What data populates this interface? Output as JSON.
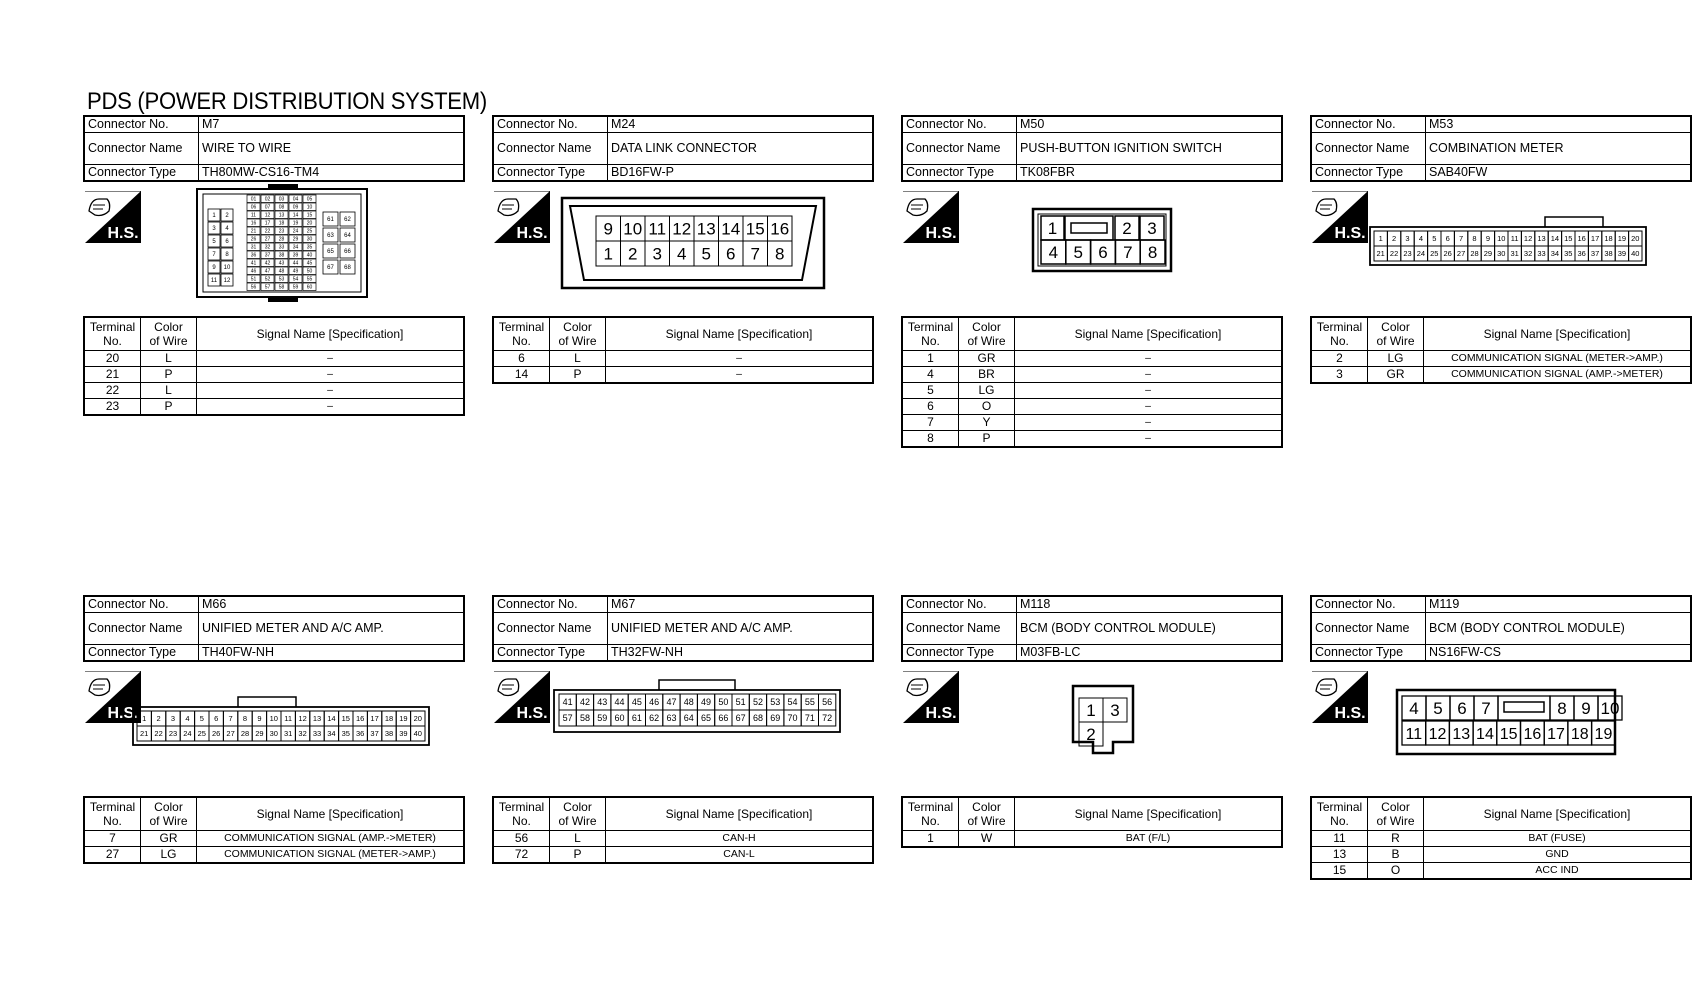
{
  "title": "PDS (POWER DISTRIBUTION SYSTEM)",
  "labels": {
    "connector_no": "Connector No.",
    "connector_name": "Connector Name",
    "connector_type": "Connector Type",
    "terminal_no": [
      "Terminal",
      "No."
    ],
    "color_of_wire": [
      "Color",
      "of Wire"
    ],
    "signal_name": "Signal Name [Specification]",
    "hs_badge": "H.S."
  },
  "connectors": [
    {
      "no": "M7",
      "name": "WIRE TO WIRE",
      "type": "TH80MW-CS16-TM4",
      "terminals": [
        {
          "no": "20",
          "color": "L",
          "signal": "–"
        },
        {
          "no": "21",
          "color": "P",
          "signal": "–"
        },
        {
          "no": "22",
          "color": "L",
          "signal": "–"
        },
        {
          "no": "23",
          "color": "P",
          "signal": "–"
        }
      ]
    },
    {
      "no": "M24",
      "name": "DATA LINK CONNECTOR",
      "type": "BD16FW-P",
      "terminals": [
        {
          "no": "6",
          "color": "L",
          "signal": "–"
        },
        {
          "no": "14",
          "color": "P",
          "signal": "–"
        }
      ]
    },
    {
      "no": "M50",
      "name": "PUSH-BUTTON IGNITION SWITCH",
      "type": "TK08FBR",
      "terminals": [
        {
          "no": "1",
          "color": "GR",
          "signal": "–"
        },
        {
          "no": "4",
          "color": "BR",
          "signal": "–"
        },
        {
          "no": "5",
          "color": "LG",
          "signal": "–"
        },
        {
          "no": "6",
          "color": "O",
          "signal": "–"
        },
        {
          "no": "7",
          "color": "Y",
          "signal": "–"
        },
        {
          "no": "8",
          "color": "P",
          "signal": "–"
        }
      ]
    },
    {
      "no": "M53",
      "name": "COMBINATION METER",
      "type": "SAB40FW",
      "terminals": [
        {
          "no": "2",
          "color": "LG",
          "signal": "COMMUNICATION SIGNAL (METER->AMP.)"
        },
        {
          "no": "3",
          "color": "GR",
          "signal": "COMMUNICATION SIGNAL (AMP.->METER)"
        }
      ]
    },
    {
      "no": "M66",
      "name": "UNIFIED METER AND A/C AMP.",
      "type": "TH40FW-NH",
      "terminals": [
        {
          "no": "7",
          "color": "GR",
          "signal": "COMMUNICATION SIGNAL (AMP.->METER)"
        },
        {
          "no": "27",
          "color": "LG",
          "signal": "COMMUNICATION SIGNAL (METER->AMP.)"
        }
      ]
    },
    {
      "no": "M67",
      "name": "UNIFIED METER AND A/C AMP.",
      "type": "TH32FW-NH",
      "terminals": [
        {
          "no": "56",
          "color": "L",
          "signal": "CAN-H"
        },
        {
          "no": "72",
          "color": "P",
          "signal": "CAN-L"
        }
      ]
    },
    {
      "no": "M118",
      "name": "BCM (BODY CONTROL MODULE)",
      "type": "M03FB-LC",
      "terminals": [
        {
          "no": "1",
          "color": "W",
          "signal": "BAT (F/L)"
        }
      ]
    },
    {
      "no": "M119",
      "name": "BCM (BODY CONTROL MODULE)",
      "type": "NS16FW-CS",
      "terminals": [
        {
          "no": "11",
          "color": "R",
          "signal": "BAT (FUSE)"
        },
        {
          "no": "13",
          "color": "B",
          "signal": "GND"
        },
        {
          "no": "15",
          "color": "O",
          "signal": "ACC IND"
        }
      ]
    }
  ],
  "diagrams": {
    "m7": {
      "center_grid": [
        "01",
        "02",
        "03",
        "04",
        "05",
        "06",
        "07",
        "08",
        "09",
        "10",
        "11",
        "12",
        "13",
        "14",
        "15",
        "16",
        "17",
        "18",
        "19",
        "20",
        "21",
        "22",
        "23",
        "24",
        "25",
        "26",
        "27",
        "28",
        "29",
        "30",
        "31",
        "32",
        "33",
        "34",
        "35",
        "36",
        "37",
        "38",
        "39",
        "40",
        "41",
        "42",
        "43",
        "44",
        "45",
        "46",
        "47",
        "48",
        "49",
        "50",
        "51",
        "52",
        "53",
        "54",
        "55",
        "56",
        "57",
        "58",
        "59",
        "60"
      ],
      "left_grid": [
        "1",
        "2",
        "3",
        "4",
        "5",
        "6",
        "7",
        "8",
        "9",
        "10",
        "11",
        "12"
      ],
      "right_grid": [
        "61",
        "62",
        "63",
        "64",
        "65",
        "66",
        "67",
        "68"
      ]
    },
    "m24": {
      "top": [
        "9",
        "10",
        "11",
        "12",
        "13",
        "14",
        "15",
        "16"
      ],
      "bottom": [
        "1",
        "2",
        "3",
        "4",
        "5",
        "6",
        "7",
        "8"
      ]
    },
    "m50": {
      "top": [
        "1",
        "",
        "2",
        "3"
      ],
      "bottom": [
        "4",
        "5",
        "6",
        "7",
        "8"
      ]
    },
    "m53": {
      "top": [
        "1",
        "2",
        "3",
        "4",
        "5",
        "6",
        "7",
        "8",
        "9",
        "10",
        "11",
        "12",
        "13",
        "14",
        "15",
        "16",
        "17",
        "18",
        "19",
        "20"
      ],
      "bottom": [
        "21",
        "22",
        "23",
        "24",
        "25",
        "26",
        "27",
        "28",
        "29",
        "30",
        "31",
        "32",
        "33",
        "34",
        "35",
        "36",
        "37",
        "38",
        "39",
        "40"
      ]
    },
    "m66": {
      "top": [
        "1",
        "2",
        "3",
        "4",
        "5",
        "6",
        "7",
        "8",
        "9",
        "10",
        "11",
        "12",
        "13",
        "14",
        "15",
        "16",
        "17",
        "18",
        "19",
        "20"
      ],
      "bottom": [
        "21",
        "22",
        "23",
        "24",
        "25",
        "26",
        "27",
        "28",
        "29",
        "30",
        "31",
        "32",
        "33",
        "34",
        "35",
        "36",
        "37",
        "38",
        "39",
        "40"
      ]
    },
    "m67": {
      "top": [
        "41",
        "42",
        "43",
        "44",
        "45",
        "46",
        "47",
        "48",
        "49",
        "50",
        "51",
        "52",
        "53",
        "54",
        "55",
        "56"
      ],
      "bottom": [
        "57",
        "58",
        "59",
        "60",
        "61",
        "62",
        "63",
        "64",
        "65",
        "66",
        "67",
        "68",
        "69",
        "70",
        "71",
        "72"
      ]
    },
    "m118": {
      "top": [
        "1",
        "3"
      ],
      "bottom": [
        "2"
      ]
    },
    "m119": {
      "top": [
        "4",
        "5",
        "6",
        "7",
        "",
        "8",
        "9",
        "10"
      ],
      "bottom": [
        "11",
        "12",
        "13",
        "14",
        "15",
        "16",
        "17",
        "18",
        "19"
      ]
    }
  }
}
